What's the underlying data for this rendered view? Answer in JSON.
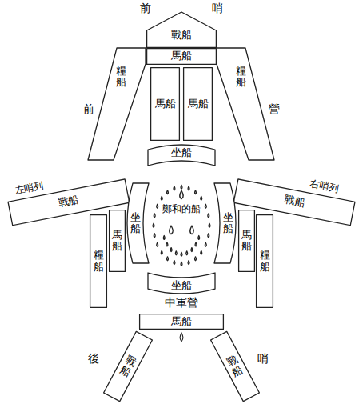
{
  "diagram": {
    "nodes": [
      {
        "text": [
          "戰船"
        ]
      },
      {
        "text": [
          "馬船"
        ]
      },
      {
        "text": [
          "糧船"
        ]
      },
      {
        "text": [
          "馬船"
        ]
      },
      {
        "text": [
          "馬船"
        ]
      },
      {
        "text": [
          "糧船"
        ]
      },
      {
        "text": [
          "坐船"
        ]
      },
      {
        "text": [
          "左哨列",
          "戰船"
        ]
      },
      {
        "text": [
          "右哨列",
          "戰船"
        ]
      },
      {
        "text": [
          "鄭和的船"
        ]
      },
      {
        "text": [
          "馬船"
        ]
      },
      {
        "text": [
          "坐船"
        ]
      },
      {
        "text": [
          "坐船"
        ]
      },
      {
        "text": [
          "馬船"
        ]
      },
      {
        "text": [
          "糧船"
        ]
      },
      {
        "text": [
          "糧船"
        ]
      },
      {
        "text": [
          "坐船"
        ]
      },
      {
        "text": [
          "馬船"
        ]
      },
      {
        "text": [
          "戰船"
        ]
      },
      {
        "text": [
          "戰船"
        ]
      }
    ],
    "labels": [
      "前",
      "哨",
      "前",
      "營",
      "中軍營",
      "後",
      "哨"
    ]
  }
}
